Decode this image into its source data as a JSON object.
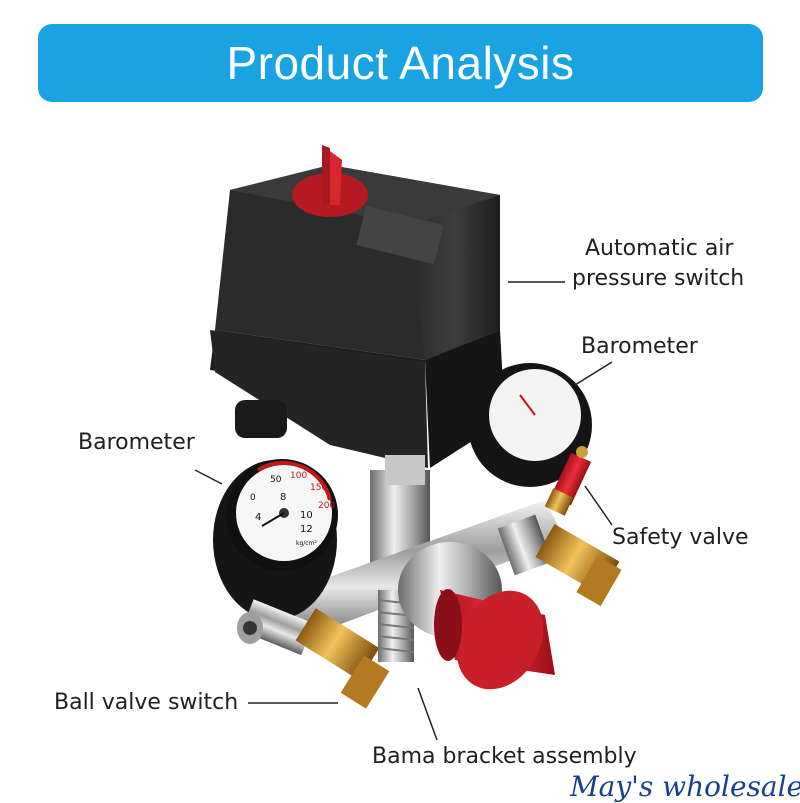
{
  "banner": {
    "title": "Product Analysis",
    "color": "#1aa3e3"
  },
  "labels": {
    "switch_line1": "Automatic air",
    "switch_line2": "pressure switch",
    "barometer_right": "Barometer",
    "barometer_left": "Barometer",
    "safety_valve": "Safety valve",
    "ball_valve": "Ball valve switch",
    "bracket": "Bama bracket assembly"
  },
  "gauge_scale": [
    "0",
    "50",
    "100",
    "150",
    "200",
    "4",
    "8",
    "10",
    "12"
  ],
  "gauge_unit": "kg/cm²",
  "watermark": "May's wholesale"
}
